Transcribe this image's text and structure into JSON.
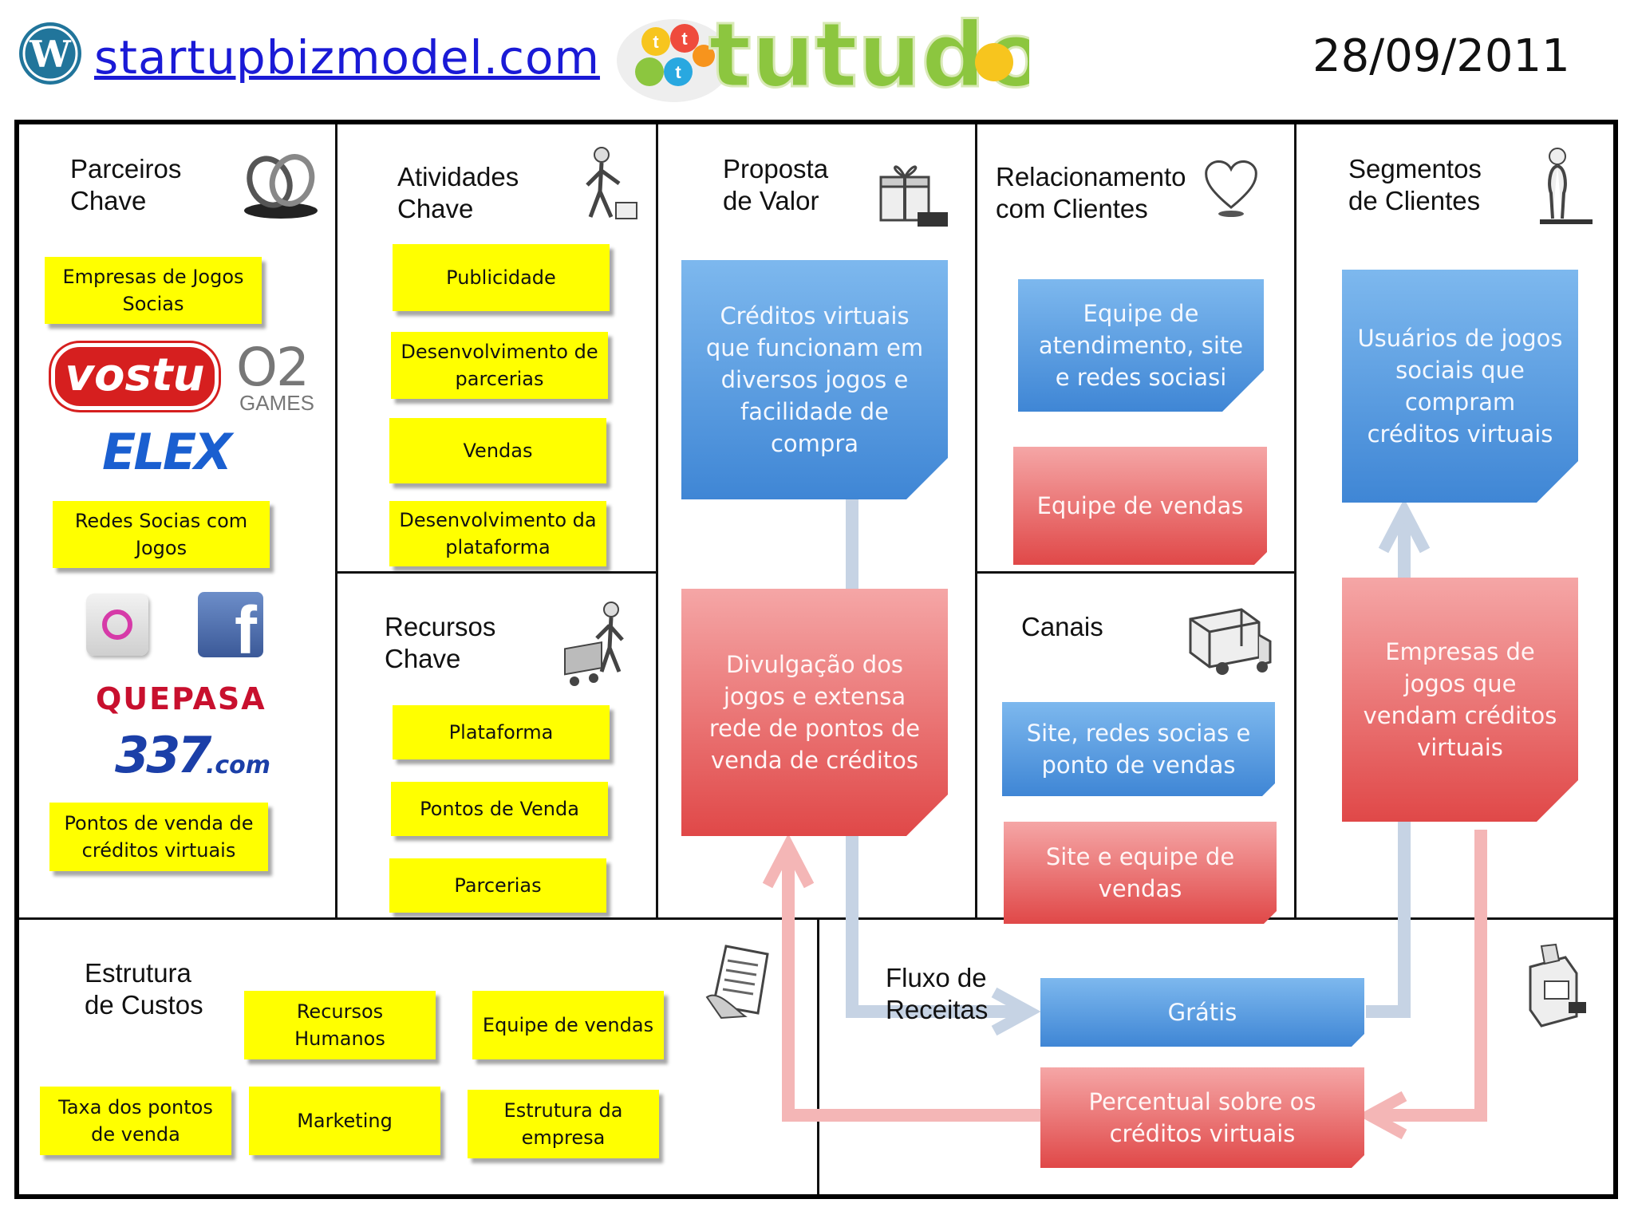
{
  "header": {
    "site": "startupbizmodel.com",
    "brand": "tutudo",
    "date": "28/09/2011"
  },
  "colors": {
    "yellow_note": "#ffff00",
    "blue_note": "#4a90dd",
    "red_note": "#e85555",
    "brand_green": "#8cc63f",
    "brand_yellow": "#f7c51e"
  },
  "sections": {
    "partners": {
      "title": "Parceiros\nChave",
      "notes": [
        "Empresas de Jogos Socias",
        "Redes Socias com Jogos",
        "Pontos de venda de créditos virtuais"
      ],
      "logos": [
        "vostu",
        "O2",
        "GAMES",
        "ELEX",
        "QUEPASA",
        "337",
        ".com"
      ]
    },
    "activities": {
      "title": "Atividades\nChave",
      "notes": [
        "Publicidade",
        "Desenvolvimento de parcerias",
        "Vendas",
        "Desenvolvimento da plataforma"
      ]
    },
    "resources": {
      "title": "Recursos\nChave",
      "notes": [
        "Plataforma",
        "Pontos de Venda",
        "Parcerias"
      ]
    },
    "value": {
      "title": "Proposta\nde Valor",
      "notes": [
        "Créditos virtuais que funcionam em diversos jogos e facilidade de compra",
        "Divulgação dos jogos e extensa rede de pontos de venda de créditos"
      ]
    },
    "relationship": {
      "title": "Relacionamento\ncom Clientes",
      "notes": [
        "Equipe de atendimento, site e redes sociasi",
        "Equipe de vendas"
      ]
    },
    "channels": {
      "title": "Canais",
      "notes": [
        "Site, redes socias e ponto de vendas",
        "Site e equipe de vendas"
      ]
    },
    "segments": {
      "title": "Segmentos\nde Clientes",
      "notes": [
        "Usuários de jogos sociais que compram créditos virtuais",
        "Empresas de jogos que vendam créditos virtuais"
      ]
    },
    "costs": {
      "title": "Estrutura\nde Custos",
      "notes": [
        "Recursos Humanos",
        "Equipe de vendas",
        "Taxa dos pontos de venda",
        "Marketing",
        "Estrutura da empresa"
      ]
    },
    "revenue": {
      "title": "Fluxo de\nReceitas",
      "notes": [
        "Grátis",
        "Percentual sobre os créditos virtuais"
      ]
    }
  }
}
